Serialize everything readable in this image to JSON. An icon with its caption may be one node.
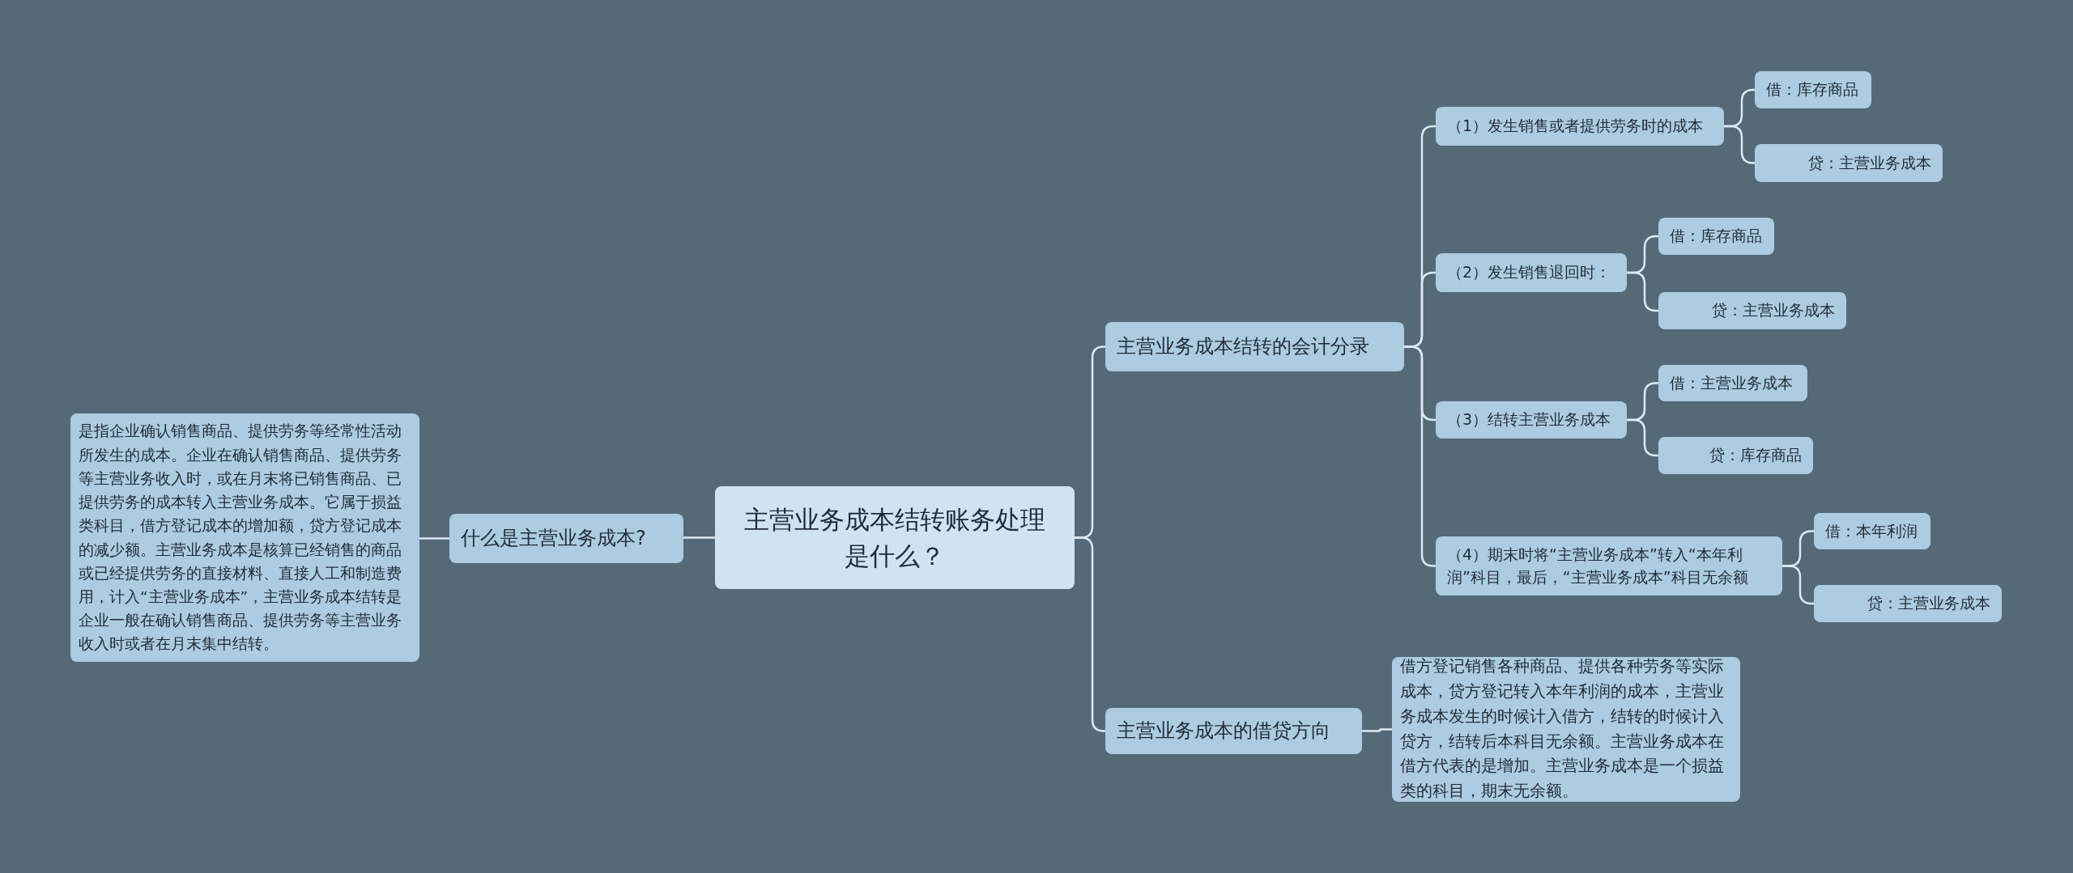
{
  "diagram": {
    "nodes": [
      {
        "text": [
          "主营业务成本结转账务处理是什么？"
        ]
      },
      {
        "text": [
          "什么是主营业务成本?"
        ]
      },
      {
        "text": [
          "是指企业确认销售商品、提供劳务等经常性活动所发生的成本。企业在确认销售商品、提供劳务等主营业务收入时，或在月末将已销售商品、已提供劳务的成本转入主营业务成本。它属于损益类科目，借方登记成本的增加额，贷方登记成本的减少额。主营业务成本是核算已经销售的商品或已经提供劳务的直接材料、直接人工和制造费用，计入“主营业务成本”，主营业务成本结转是企业一般在确认销售商品、提供劳务等主营业务收入时或者在月末集中结转。"
        ]
      },
      {
        "text": [
          "主营业务成本结转的会计分录"
        ]
      },
      {
        "text": [
          "（1）发生销售或者提供劳务时的成本"
        ]
      },
      {
        "text": [
          "借：库存商品"
        ]
      },
      {
        "text": [
          "贷：主营业务成本"
        ]
      },
      {
        "text": [
          "（2）发生销售退回时："
        ]
      },
      {
        "text": [
          "借：库存商品"
        ]
      },
      {
        "text": [
          "贷：主营业务成本"
        ]
      },
      {
        "text": [
          "（3）结转主营业务成本"
        ]
      },
      {
        "text": [
          "借：主营业务成本"
        ]
      },
      {
        "text": [
          "贷：库存商品"
        ]
      },
      {
        "text": [
          "（4）期末时将“主营业务成本”转入“本年利润”科目，最后，“主营业务成本”科目无余额"
        ]
      },
      {
        "text": [
          "借：本年利润"
        ]
      },
      {
        "text": [
          "贷：主营业务成本"
        ]
      },
      {
        "text": [
          "主营业务成本的借贷方向"
        ]
      },
      {
        "text": [
          "借方登记销售各种商品、提供各种劳务等实际成本，贷方登记转入本年利润的成本，主营业务成本发生的时候计入借方，结转的时候计入贷方，结转后本科目无余额。主营业务成本在借方代表的是增加。主营业务成本是一个损益类的科目，期末无余额。"
        ]
      }
    ],
    "edges": [
      {
        "from": 0,
        "to": 1,
        "arrow": "none"
      },
      {
        "from": 1,
        "to": 2,
        "arrow": "none"
      },
      {
        "from": 0,
        "to": 3,
        "arrow": "none"
      },
      {
        "from": 3,
        "to": 4,
        "arrow": "none"
      },
      {
        "from": 4,
        "to": 5,
        "arrow": "none"
      },
      {
        "from": 4,
        "to": 6,
        "arrow": "none"
      },
      {
        "from": 3,
        "to": 7,
        "arrow": "none"
      },
      {
        "from": 7,
        "to": 8,
        "arrow": "none"
      },
      {
        "from": 7,
        "to": 9,
        "arrow": "none"
      },
      {
        "from": 3,
        "to": 10,
        "arrow": "none"
      },
      {
        "from": 10,
        "to": 11,
        "arrow": "none"
      },
      {
        "from": 10,
        "to": 12,
        "arrow": "none"
      },
      {
        "from": 3,
        "to": 13,
        "arrow": "none"
      },
      {
        "from": 13,
        "to": 14,
        "arrow": "none"
      },
      {
        "from": 13,
        "to": 15,
        "arrow": "none"
      },
      {
        "from": 0,
        "to": 16,
        "arrow": "none"
      },
      {
        "from": 16,
        "to": 17,
        "arrow": "none"
      }
    ]
  }
}
